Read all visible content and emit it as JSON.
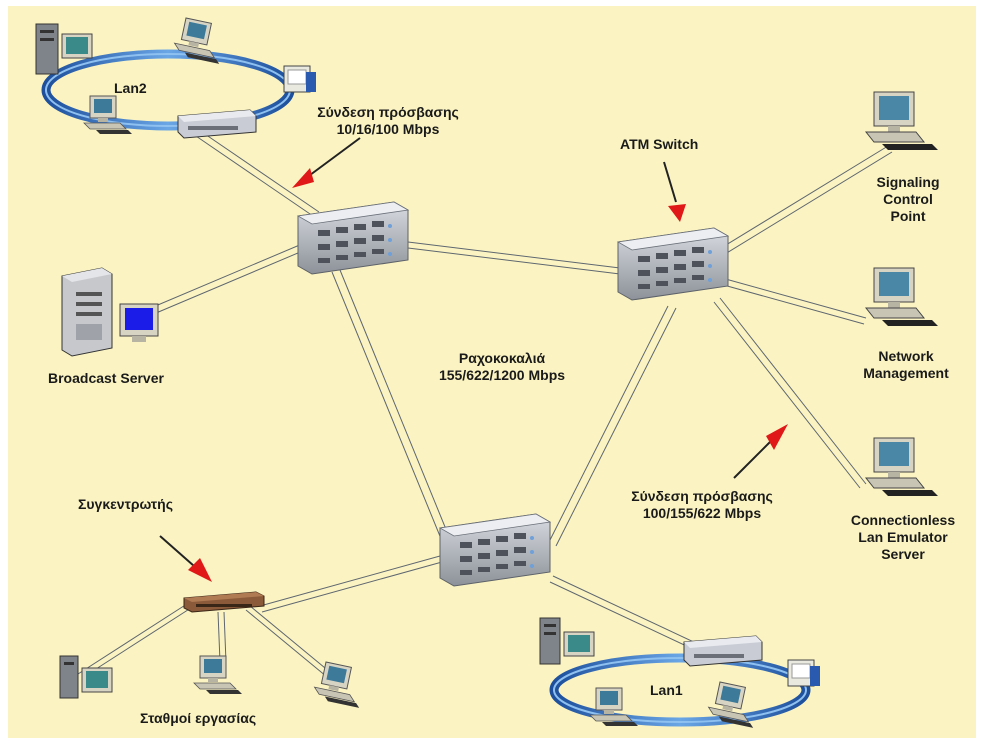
{
  "labels": {
    "lan2": "Lan2",
    "access_top_line1": "Σύνδεση πρόσβασης",
    "access_top_line2": "10/16/100 Mbps",
    "atm_switch": "ATM Switch",
    "signaling_line1": "Signaling",
    "signaling_line2": "Control",
    "signaling_line3": "Point",
    "broadcast_server": "Broadcast Server",
    "backbone_line1": "Ραχοκοκαλιά",
    "backbone_line2": "155/622/1200 Mbps",
    "network_line1": "Network",
    "network_line2": "Management",
    "access_bottom_line1": "Σύνδεση πρόσβασης",
    "access_bottom_line2": "100/155/622 Mbps",
    "cl_line1": "Connectionless",
    "cl_line2": "Lan Emulator",
    "cl_line3": "Server",
    "concentrator": "Συγκεντρωτής",
    "lan1": "Lan1",
    "workstations": "Σταθμοί εργασίας"
  },
  "colors": {
    "background": "#fbf4c2",
    "ring": "#3a7ac6",
    "arrow": "#e01818",
    "switch": "#a9aeb6",
    "hub": "#8a5a3a"
  },
  "icons": {
    "switch": "atm-switch-icon",
    "pc": "desktop-computer-icon",
    "server": "tower-server-icon",
    "hub": "hub-icon",
    "arrow": "red-arrow-icon"
  }
}
